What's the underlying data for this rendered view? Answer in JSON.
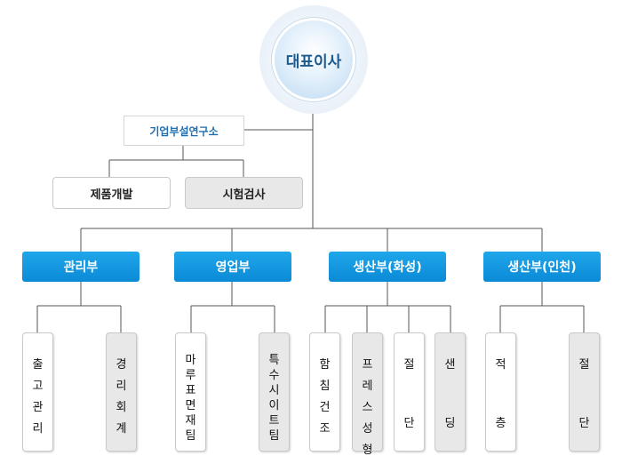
{
  "ceo": {
    "label": "대표이사"
  },
  "lab": {
    "label": "기업부설연구소",
    "children": [
      "제품개발",
      "시험검사"
    ]
  },
  "departments": [
    {
      "label": "관리부",
      "teams": [
        "출고관리",
        "경리회계"
      ]
    },
    {
      "label": "영업부",
      "teams": [
        "마루표면재팀",
        "특수시이트팀"
      ]
    },
    {
      "label": "생산부(화성)",
      "teams": [
        "함침건조",
        "프레스성형",
        "절단",
        "샌딩"
      ]
    },
    {
      "label": "생산부(인천)",
      "teams": [
        "적층",
        "절단"
      ]
    }
  ],
  "colors": {
    "department": "#0b8ad6",
    "ceo_text": "#1c5a8e",
    "lab_text": "#1f6fb0",
    "line": "#555555",
    "gray_box": "#e8e8e8"
  }
}
